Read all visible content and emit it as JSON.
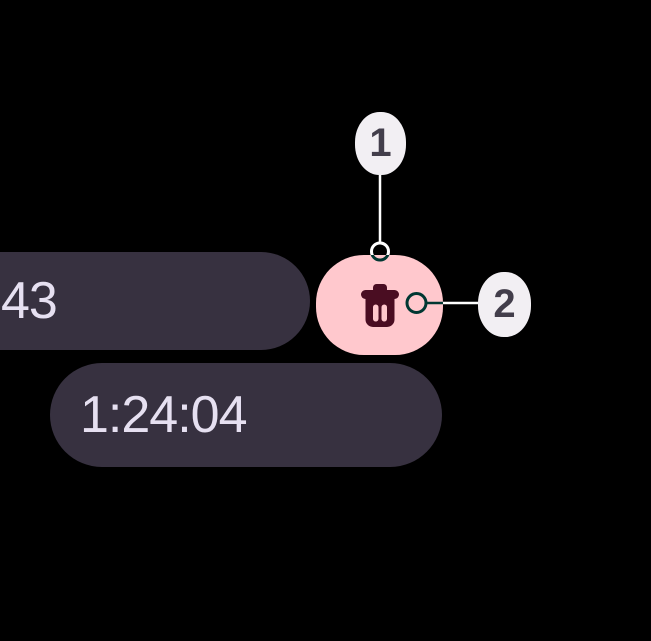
{
  "screen": {
    "background_color": "#000000"
  },
  "stopwatch": {
    "lap_time_partial": "43",
    "elapsed_time": "1:24:04",
    "pill_color": "#373140",
    "time_text_color": "#E6E0F1",
    "delete_button": {
      "icon": "trash-icon",
      "background_color": "#FFC8CD",
      "icon_color": "#4A0D22"
    }
  },
  "annotations": {
    "badge_background_color": "#F2EFF3",
    "badge_text_color": "#433E4B",
    "connector_color": "#FFFFFF",
    "items": [
      {
        "label": "1"
      },
      {
        "label": "2"
      }
    ]
  }
}
